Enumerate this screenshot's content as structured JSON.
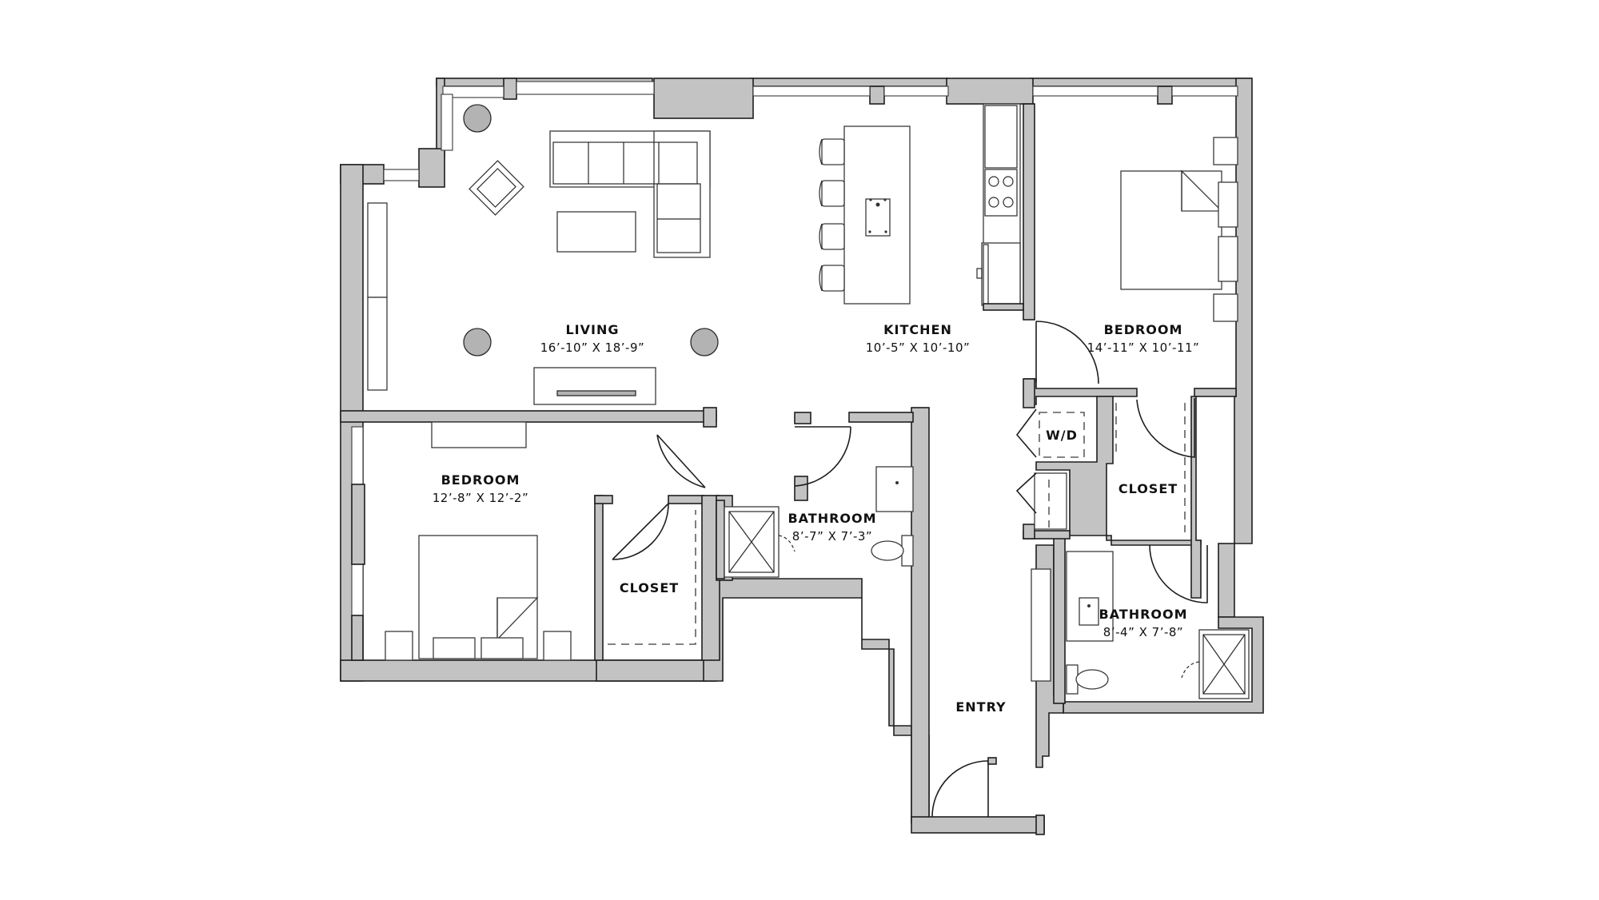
{
  "rooms": {
    "living": {
      "name": "LIVING",
      "size": "16’-10” X 18’-9”"
    },
    "kitchen": {
      "name": "KITCHEN",
      "size": "10’-5” X 10’-10”"
    },
    "bedroom_east": {
      "name": "BEDROOM",
      "size": "14’-11” X 10’-11”"
    },
    "bedroom_west": {
      "name": "BEDROOM",
      "size": "12’-8” X 12’-2”"
    },
    "bathroom_center": {
      "name": "BATHROOM",
      "size": "8’-7” X 7’-3”"
    },
    "bathroom_east": {
      "name": "BATHROOM",
      "size": "8’-4” X 7’-8”"
    },
    "closet_west": {
      "name": "CLOSET"
    },
    "closet_east": {
      "name": "CLOSET"
    },
    "laundry": {
      "name": "W/D"
    },
    "entry": {
      "name": "ENTRY"
    }
  },
  "colors": {
    "wall_fill": "#c3c3c3",
    "line": "#1e1e1e",
    "background": "#ffffff"
  }
}
